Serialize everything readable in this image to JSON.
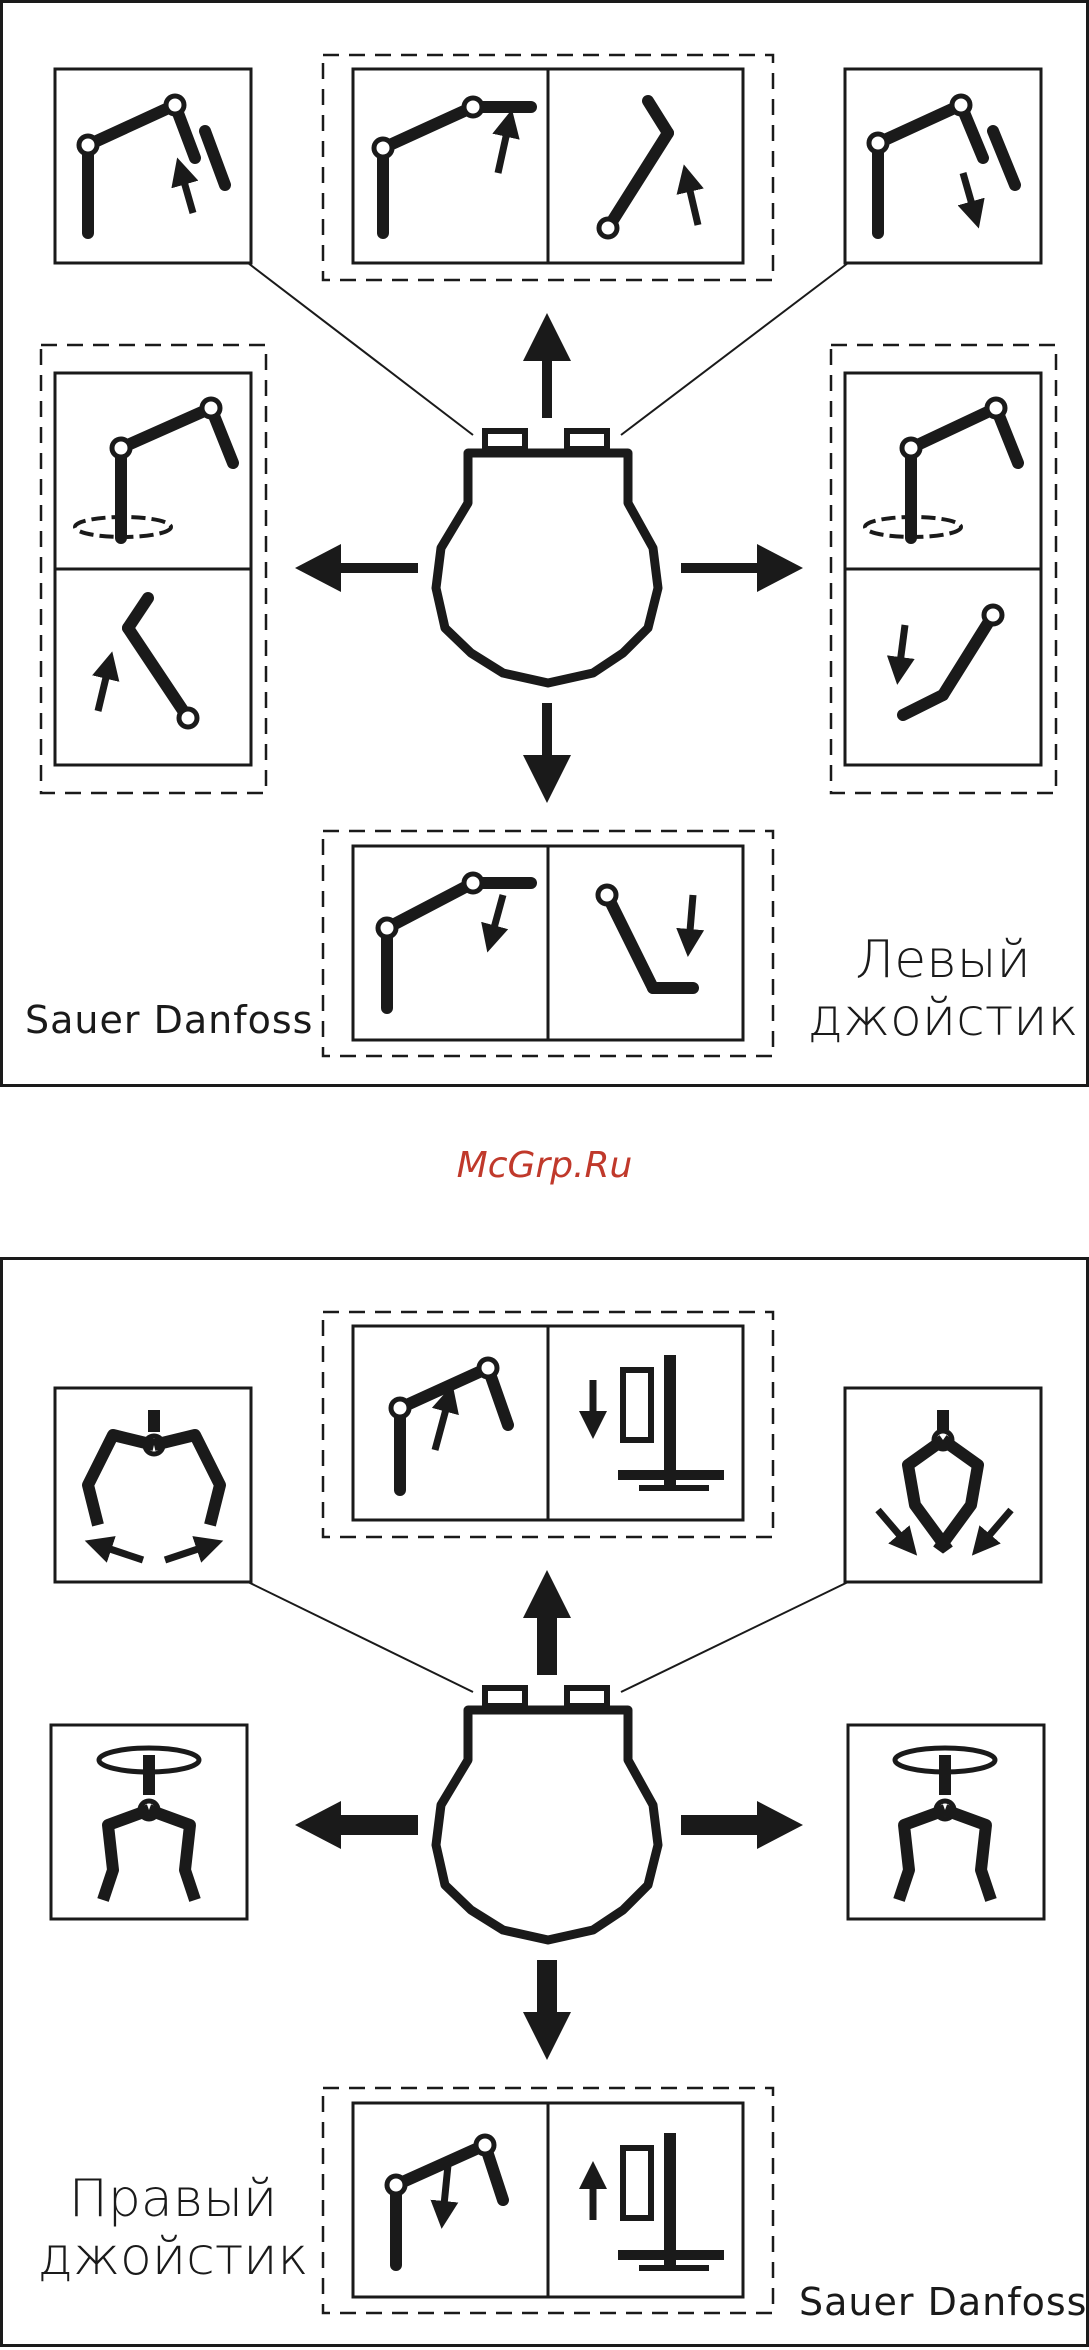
{
  "watermark": {
    "text": "McGrp.Ru",
    "color": "#c0392b"
  },
  "left_panel": {
    "brand": "Sauer Danfoss",
    "label_line1": "Левый",
    "label_line2": "джойстик"
  },
  "right_panel": {
    "label_line1": "Правый",
    "label_line2": "джойстик",
    "brand": "Sauer Danfoss"
  },
  "colors": {
    "ink": "#1a1a1a",
    "background": "#ffffff"
  },
  "icons": {
    "left_panel": [
      "boom-up-arm-icon",
      "boom-raise-icon",
      "boom-fold-icon",
      "boom-lower-arm-icon",
      "slew-left-icon",
      "boom-left-icon",
      "slew-right-icon",
      "boom-right-icon",
      "boom-extend-icon",
      "boom-down-icon",
      "joystick-icon"
    ],
    "right_panel": [
      "telescope-in-icon",
      "outrigger-down-icon",
      "grapple-open-icon",
      "grapple-close-icon",
      "rotator-left-icon",
      "rotator-right-icon",
      "telescope-out-icon",
      "outrigger-up-icon",
      "joystick-icon"
    ]
  }
}
